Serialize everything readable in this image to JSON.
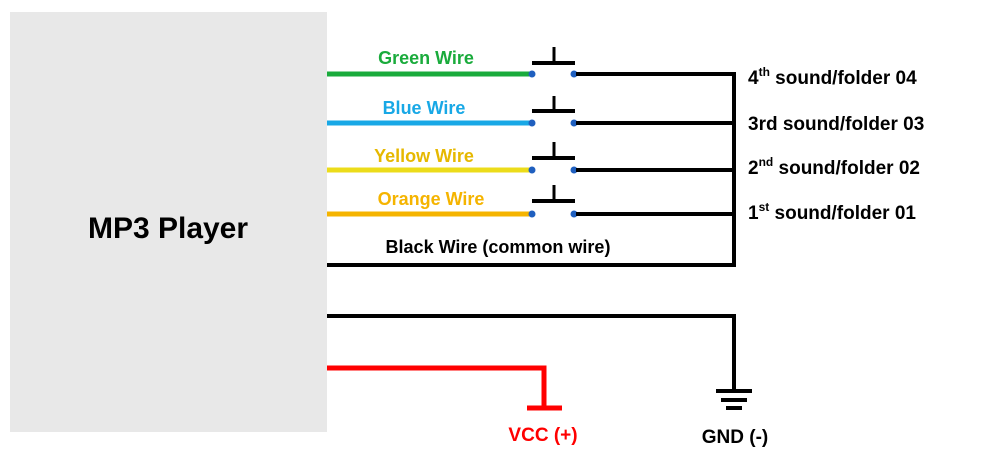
{
  "colors": {
    "player_fill": "#e8e8e8",
    "green": "#1aab3c",
    "blue": "#18a8e6",
    "yellow": "#ecdc1a",
    "orange": "#f5b400",
    "black": "#000000",
    "red": "#ff0000",
    "contact_dot": "#1f5fbf",
    "wire_label_yellow": "#e6b800"
  },
  "player": {
    "label": "MP3 Player"
  },
  "wires": [
    {
      "label": "Green Wire",
      "color": "green"
    },
    {
      "label": "Blue Wire",
      "color": "blue"
    },
    {
      "label": "Yellow Wire",
      "color": "yellow"
    },
    {
      "label": "Orange Wire",
      "color": "orange"
    },
    {
      "label": "Black Wire (common wire)",
      "color": "black"
    }
  ],
  "sounds": [
    {
      "base": "4",
      "sup": "th",
      "rest": " sound/folder 04"
    },
    {
      "base": "3rd sound/folder 03",
      "sup": "",
      "rest": ""
    },
    {
      "base": "2",
      "sup": "nd",
      "rest": " sound/folder 02"
    },
    {
      "base": "1",
      "sup": "st",
      "rest": " sound/folder 01"
    }
  ],
  "power": {
    "vcc_label": "VCC (+)",
    "gnd_label": "GND (-)"
  },
  "icons": {
    "switch": "push-button-switch-icon",
    "ground": "ground-symbol-icon",
    "vcc": "vcc-terminal-icon"
  }
}
